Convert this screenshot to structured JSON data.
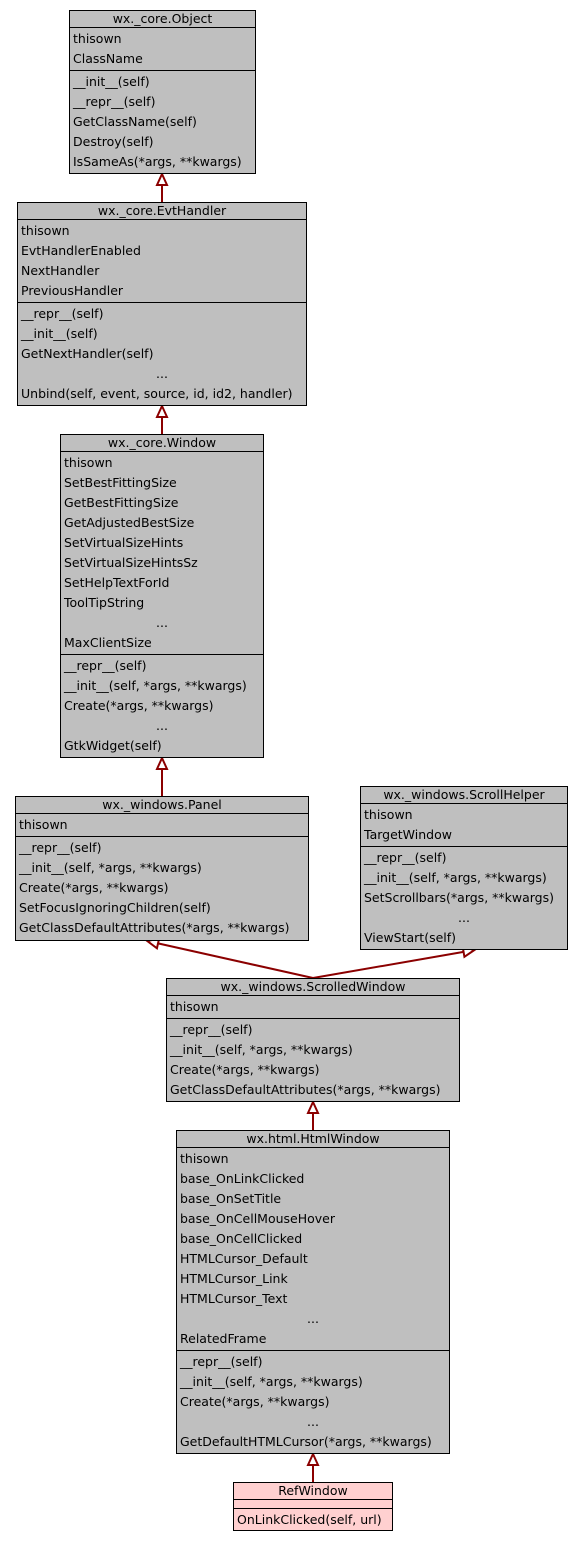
{
  "colors": {
    "node_fill": "#bfbfbf",
    "highlight_fill": "#ffd0d0",
    "edge": "#8b0000",
    "border": "#000000"
  },
  "nodes": [
    {
      "id": "object",
      "title": "wx._core.Object",
      "attributes": [
        "thisown",
        "ClassName"
      ],
      "methods": [
        "__init__(self)",
        "__repr__(self)",
        "GetClassName(self)",
        "Destroy(self)",
        "IsSameAs(*args, **kwargs)"
      ]
    },
    {
      "id": "evthandler",
      "title": "wx._core.EvtHandler",
      "attributes": [
        "thisown",
        "EvtHandlerEnabled",
        "NextHandler",
        "PreviousHandler"
      ],
      "methods": [
        "__repr__(self)",
        "__init__(self)",
        "GetNextHandler(self)",
        "...",
        "Unbind(self, event, source, id, id2, handler)"
      ]
    },
    {
      "id": "window",
      "title": "wx._core.Window",
      "attributes": [
        "thisown",
        "SetBestFittingSize",
        "GetBestFittingSize",
        "GetAdjustedBestSize",
        "SetVirtualSizeHints",
        "SetVirtualSizeHintsSz",
        "SetHelpTextForId",
        "ToolTipString",
        "...",
        "MaxClientSize"
      ],
      "methods": [
        "__repr__(self)",
        "__init__(self, *args, **kwargs)",
        "Create(*args, **kwargs)",
        "...",
        "GtkWidget(self)"
      ]
    },
    {
      "id": "panel",
      "title": "wx._windows.Panel",
      "attributes": [
        "thisown"
      ],
      "methods": [
        "__repr__(self)",
        "__init__(self, *args, **kwargs)",
        "Create(*args, **kwargs)",
        "SetFocusIgnoringChildren(self)",
        "GetClassDefaultAttributes(*args, **kwargs)"
      ]
    },
    {
      "id": "scrollhelper",
      "title": "wx._windows.ScrollHelper",
      "attributes": [
        "thisown",
        "TargetWindow"
      ],
      "methods": [
        "__repr__(self)",
        "__init__(self, *args, **kwargs)",
        "SetScrollbars(*args, **kwargs)",
        "...",
        "ViewStart(self)"
      ]
    },
    {
      "id": "scrolledwindow",
      "title": "wx._windows.ScrolledWindow",
      "attributes": [
        "thisown"
      ],
      "methods": [
        "__repr__(self)",
        "__init__(self, *args, **kwargs)",
        "Create(*args, **kwargs)",
        "GetClassDefaultAttributes(*args, **kwargs)"
      ]
    },
    {
      "id": "htmlwindow",
      "title": "wx.html.HtmlWindow",
      "attributes": [
        "thisown",
        "base_OnLinkClicked",
        "base_OnSetTitle",
        "base_OnCellMouseHover",
        "base_OnCellClicked",
        "HTMLCursor_Default",
        "HTMLCursor_Link",
        "HTMLCursor_Text",
        "...",
        "RelatedFrame"
      ],
      "methods": [
        "__repr__(self)",
        "__init__(self, *args, **kwargs)",
        "Create(*args, **kwargs)",
        "...",
        "GetDefaultHTMLCursor(*args, **kwargs)"
      ]
    },
    {
      "id": "refwindow",
      "title": "RefWindow",
      "highlight": true,
      "attributes": [],
      "methods": [
        "OnLinkClicked(self, url)"
      ]
    }
  ],
  "edges": [
    {
      "from": "evthandler",
      "to": "object"
    },
    {
      "from": "window",
      "to": "evthandler"
    },
    {
      "from": "panel",
      "to": "window"
    },
    {
      "from": "scrolledwindow",
      "to": "panel"
    },
    {
      "from": "scrolledwindow",
      "to": "scrollhelper"
    },
    {
      "from": "htmlwindow",
      "to": "scrolledwindow"
    },
    {
      "from": "refwindow",
      "to": "htmlwindow"
    }
  ]
}
